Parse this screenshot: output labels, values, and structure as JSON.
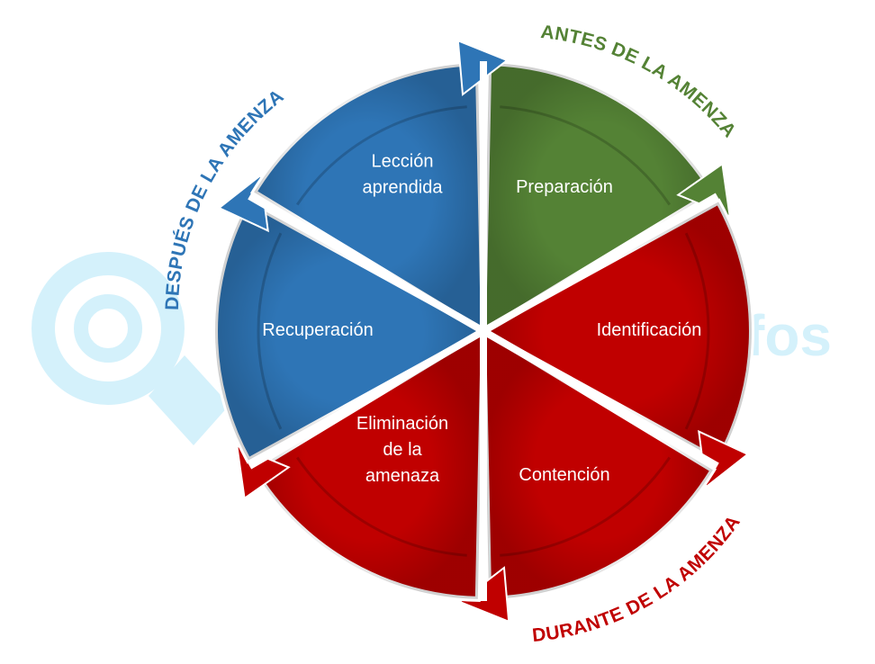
{
  "segments": [
    {
      "id": "preparacion",
      "lines": [
        "Preparación"
      ],
      "color": "#548235"
    },
    {
      "id": "identificacion",
      "lines": [
        "Identificación"
      ],
      "color": "#C00000"
    },
    {
      "id": "contencion",
      "lines": [
        "Contención"
      ],
      "color": "#C00000"
    },
    {
      "id": "eliminacion",
      "lines": [
        "Eliminación",
        "de la",
        "amenaza"
      ],
      "color": "#C00000"
    },
    {
      "id": "recuperacion",
      "lines": [
        "Recuperación"
      ],
      "color": "#2E75B6"
    },
    {
      "id": "leccion",
      "lines": [
        "Lección",
        "aprendida"
      ],
      "color": "#2E75B6"
    }
  ],
  "phases": {
    "antes": {
      "label": "ANTES DE LA AMENZA",
      "color": "#548235"
    },
    "durante": {
      "label": "DURANTE DE LA AMENZA",
      "color": "#C00000"
    },
    "despues": {
      "label": "DESPUÉS DE LA AMENZA",
      "color": "#2E75B6"
    }
  },
  "watermark": {
    "text": "fos",
    "color": "#D4F1FB"
  }
}
